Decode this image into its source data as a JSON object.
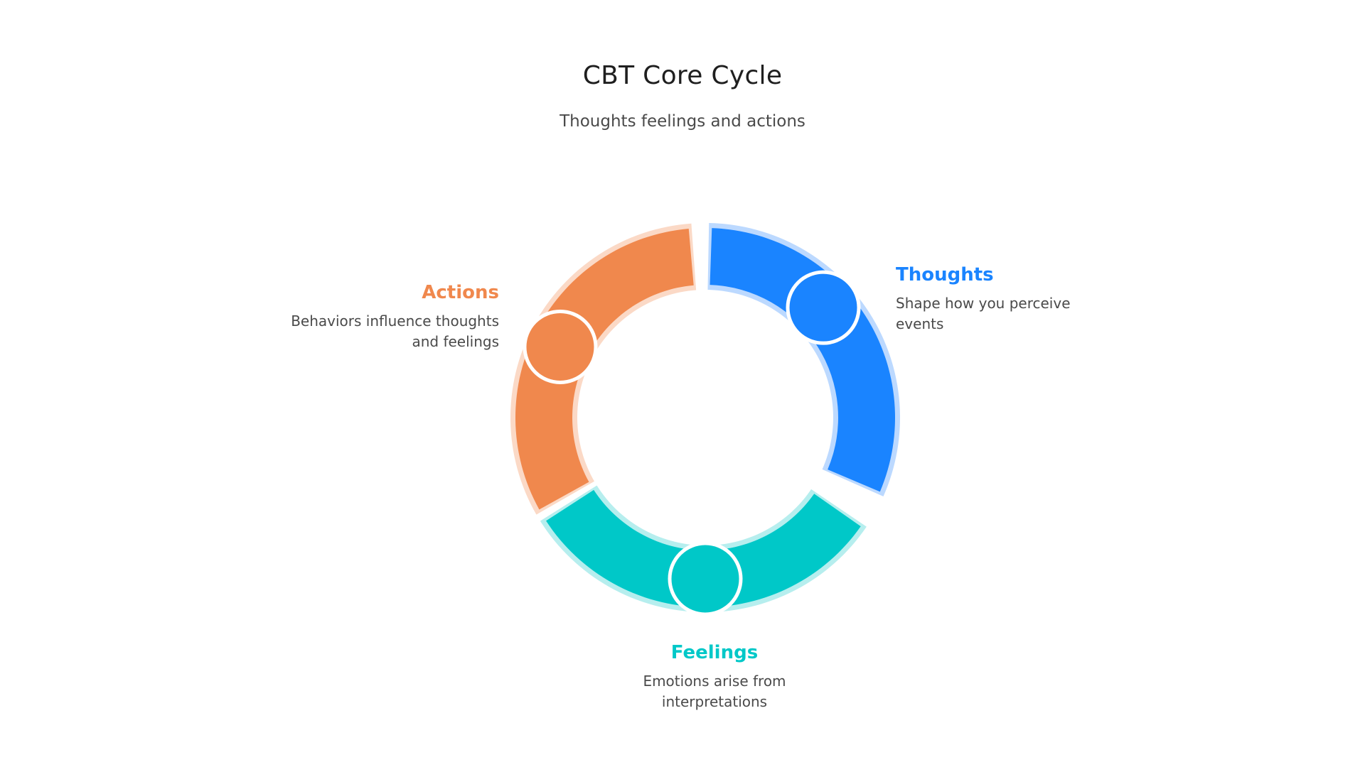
{
  "diagram": {
    "title": "CBT Core Cycle",
    "subtitle": "Thoughts feelings and actions",
    "stages": [
      {
        "key": "thoughts",
        "label": "Thoughts",
        "description": "Shape how you perceive events",
        "color": "#1a84ff",
        "halo_color": "#bcd9ff"
      },
      {
        "key": "feelings",
        "label": "Feelings",
        "description": "Emotions arise from interpretations",
        "color": "#00c8c8",
        "halo_color": "#b6eeee"
      },
      {
        "key": "actions",
        "label": "Actions",
        "description": "Behaviors influence thoughts and feelings",
        "color": "#f0884d",
        "halo_color": "#fbd9c6"
      }
    ]
  }
}
